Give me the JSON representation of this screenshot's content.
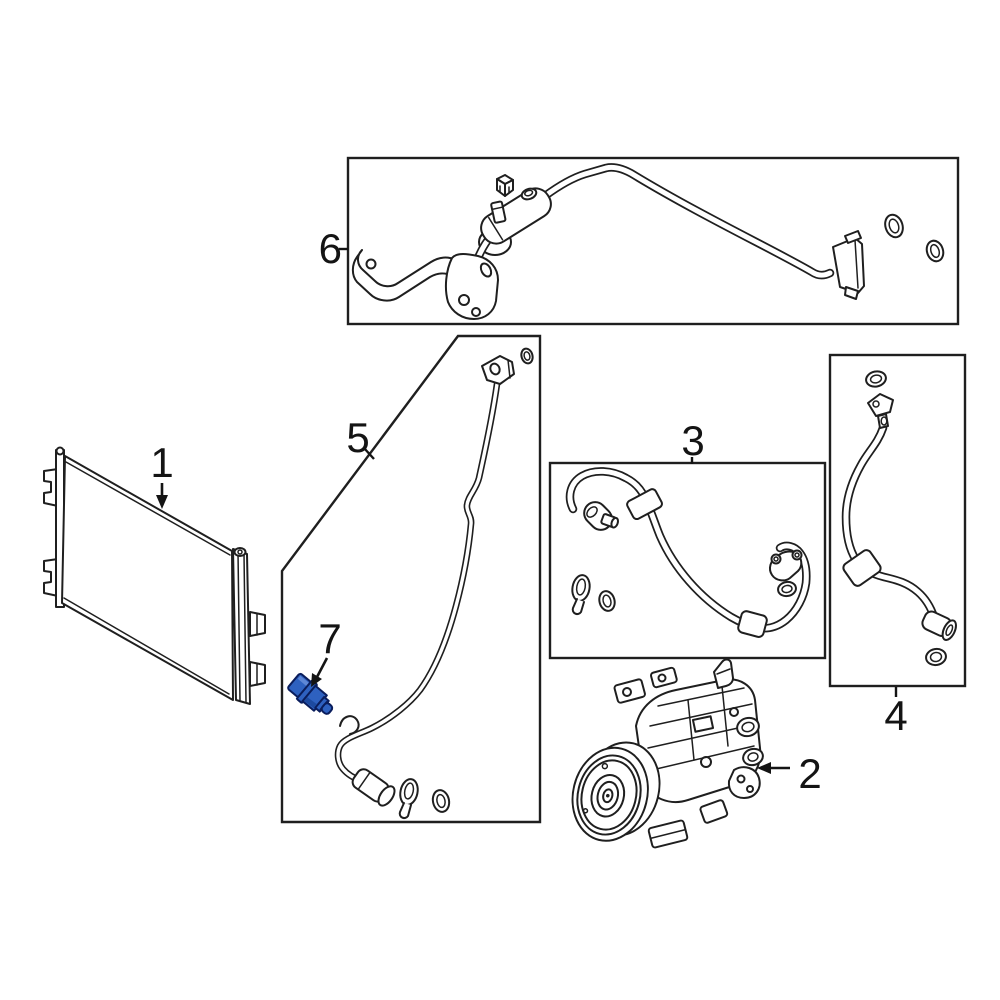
{
  "figure": {
    "kind": "automotive-ac-parts-diagram"
  },
  "colors": {
    "line": "#1f1f1f",
    "background": "#ffffff",
    "highlight_fill": "#2e61c0",
    "highlight_shade": "#1d4aa0",
    "highlight_light": "#5e87d6",
    "highlight_stroke": "#0a1d5c"
  },
  "callouts": [
    {
      "label": "1",
      "part": "condenser"
    },
    {
      "label": "2",
      "part": "compressor"
    },
    {
      "label": "3",
      "part": "ac-hose-assembly"
    },
    {
      "label": "4",
      "part": "ac-hose"
    },
    {
      "label": "5",
      "part": "ac-tube-assembly"
    },
    {
      "label": "6",
      "part": "ac-suction-hose-assembly"
    },
    {
      "label": "7",
      "part": "ac-pressure-sensor"
    }
  ]
}
